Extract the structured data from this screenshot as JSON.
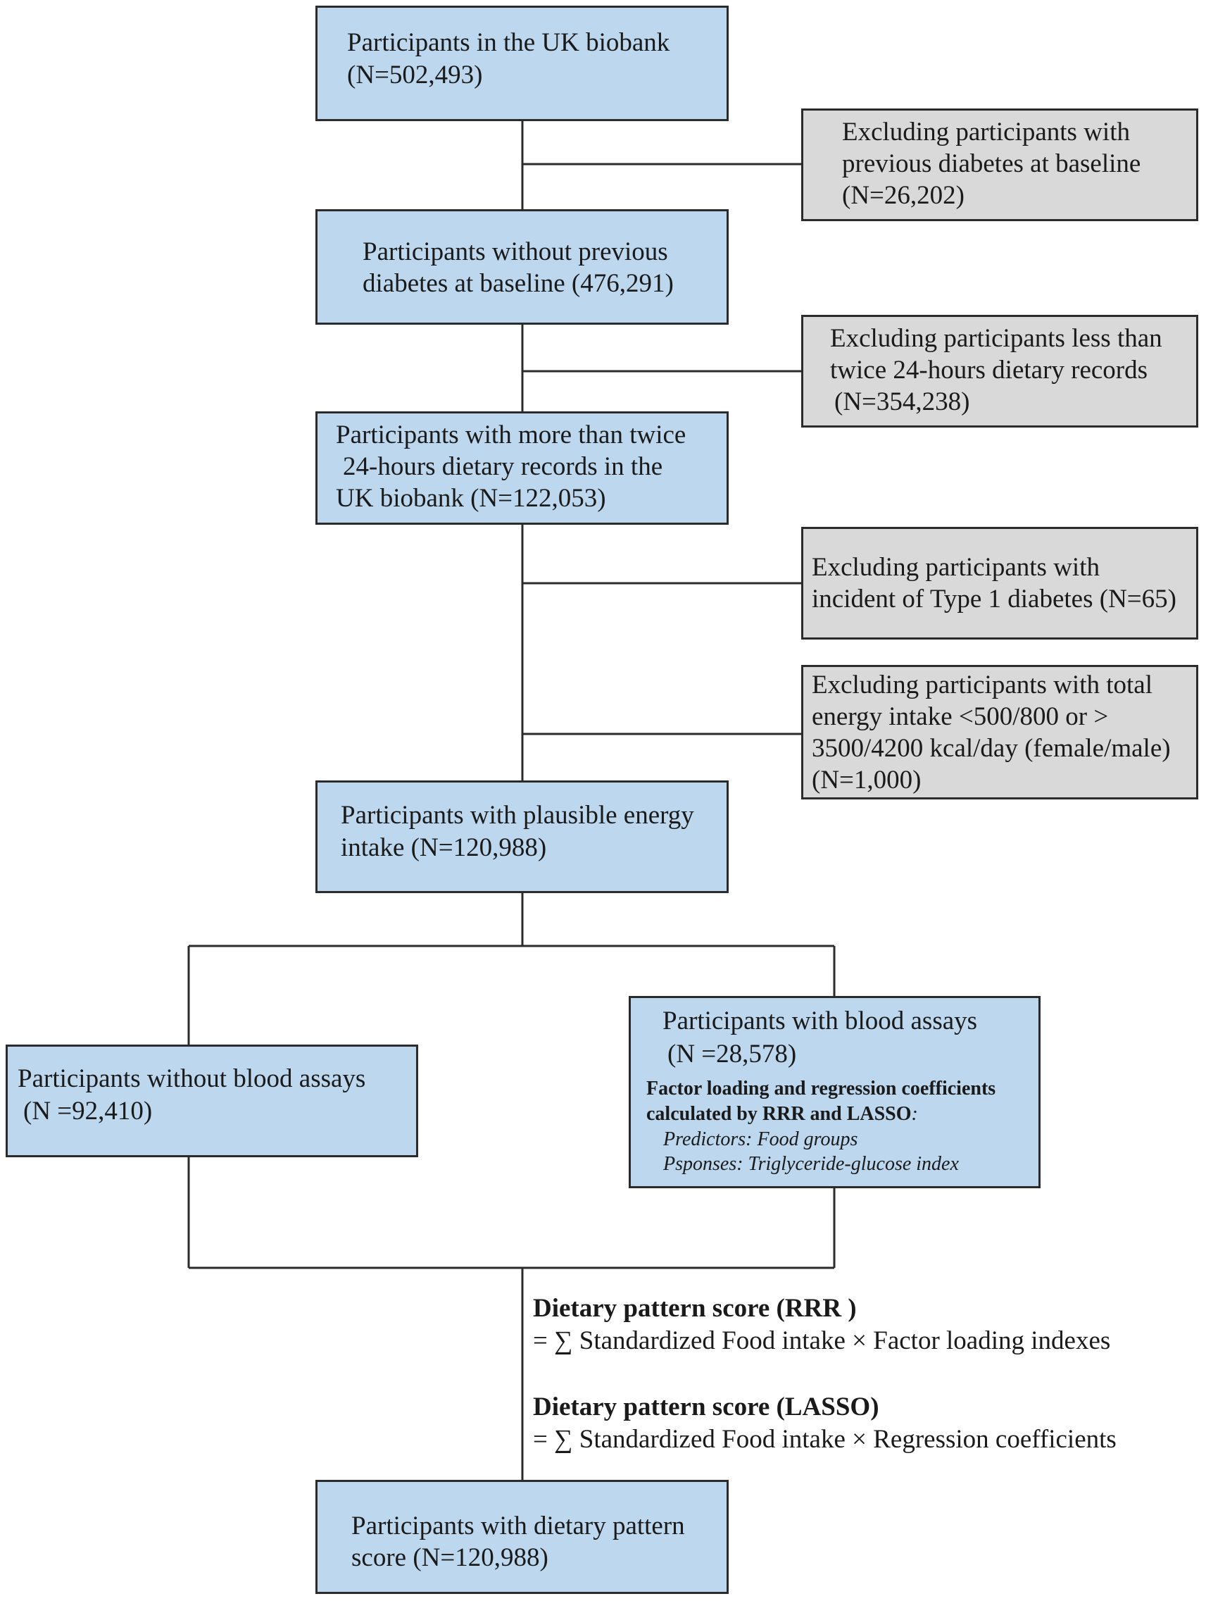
{
  "boxes": {
    "uk_biobank": {
      "line1": "Participants in the UK biobank",
      "line2": "(N=502,493)"
    },
    "excl_diabetes": {
      "line1": "Excluding participants with",
      "line2": "previous diabetes at baseline",
      "line3": "(N=26,202)"
    },
    "no_diabetes": {
      "line1": "Participants without previous",
      "line2": "diabetes at baseline (476,291)"
    },
    "excl_records": {
      "line1": "Excluding participants less than",
      "line2": "twice 24-hours dietary records",
      "line3": "(N=354,238)"
    },
    "with_records": {
      "line1": "Participants with more than twice",
      "line2": "24-hours dietary records in the",
      "line3": "UK biobank  (N=122,053)"
    },
    "excl_type1": {
      "line1": "Excluding participants with",
      "line2": "incident of Type 1 diabetes (N=65)"
    },
    "excl_energy": {
      "line1": "Excluding participants with total",
      "line2": "energy intake <500/800 or >",
      "line3": "3500/4200 kcal/day  (female/male)",
      "line4": "(N=1,000)"
    },
    "plausible_energy": {
      "line1": "Participants with plausible energy",
      "line2": "intake (N=120,988)"
    },
    "no_blood": {
      "line1": "Participants without  blood assays",
      "line2": "(N =92,410)"
    },
    "with_blood": {
      "line1": "Participants with blood assays",
      "line2": "(N =28,578)",
      "method1": "Factor loading and regression coefficients",
      "method2": "calculated by RRR and LASSO",
      "colon": ":",
      "predictors": "Predictors: Food groups",
      "responses": "Psponses: Triglyceride-glucose index"
    },
    "final": {
      "line1": "Participants with dietary pattern",
      "line2": "score (N=120,988)"
    }
  },
  "formulas": {
    "rrr_title": "Dietary pattern score (RRR )",
    "rrr_formula": "= ∑ Standardized Food intake × Factor loading indexes",
    "lasso_title": "Dietary pattern score (LASSO)",
    "lasso_formula": "= ∑ Standardized Food intake × Regression coefficients"
  },
  "colors": {
    "main_box": "#bdd7ee",
    "exclusion_box": "#d9d9d9",
    "line": "#2b2b2b"
  }
}
